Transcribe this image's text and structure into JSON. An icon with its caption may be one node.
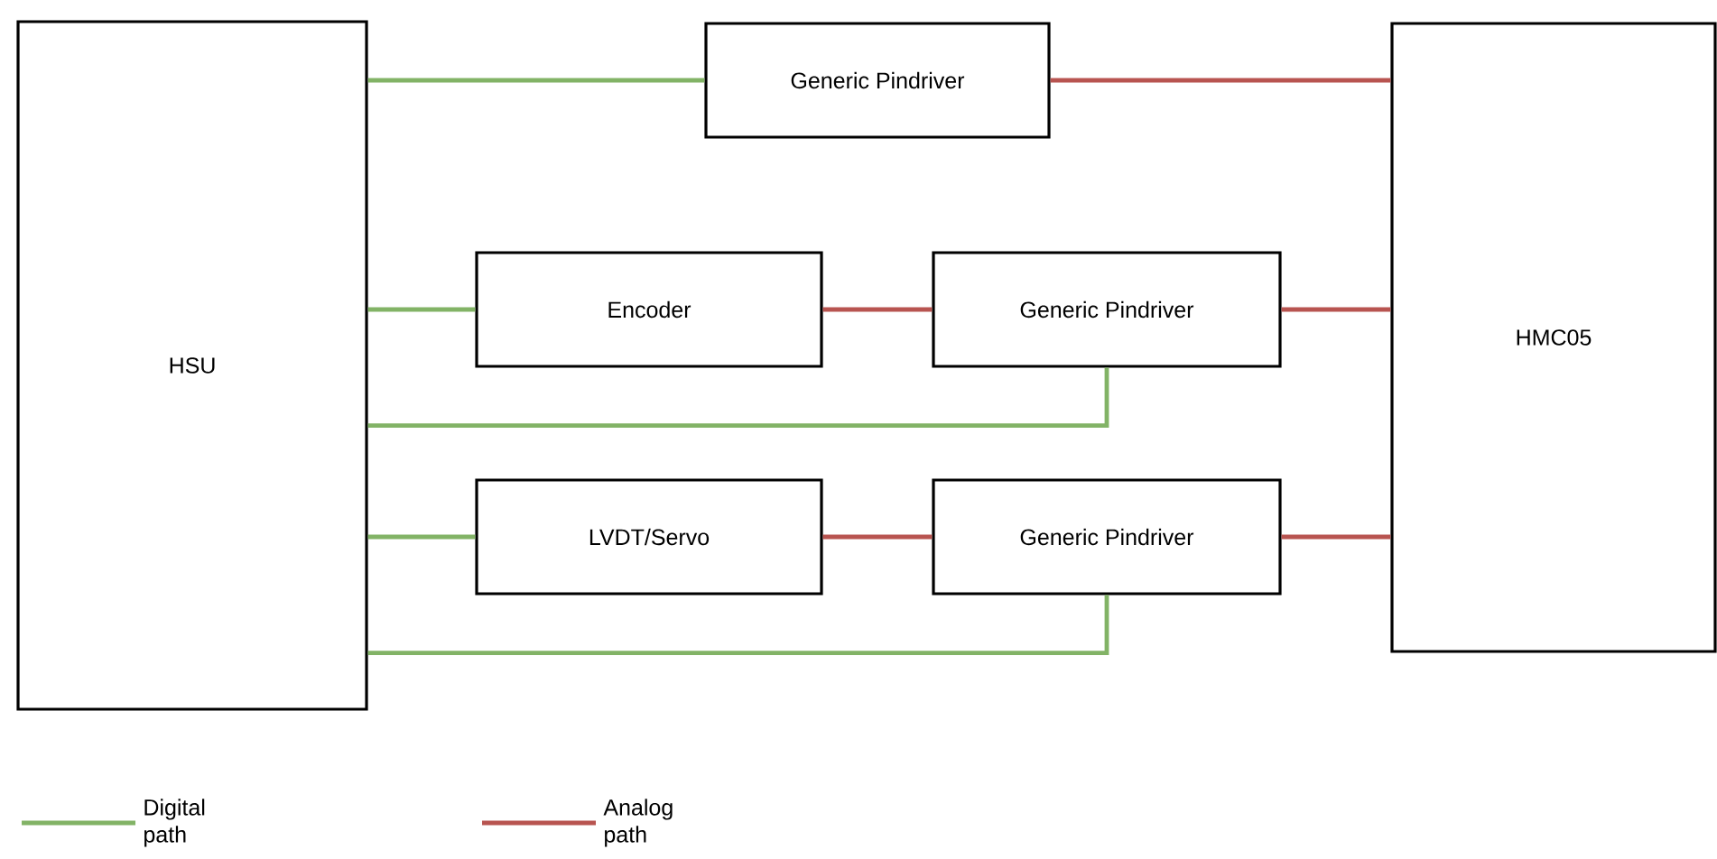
{
  "diagram": {
    "nodes": [
      {
        "text": [
          "HSU"
        ]
      },
      {
        "text": [
          "Generic Pindriver"
        ]
      },
      {
        "text": [
          "HMC05"
        ]
      },
      {
        "text": [
          "Encoder"
        ]
      },
      {
        "text": [
          "Generic Pindriver"
        ]
      },
      {
        "text": [
          "LVDT/Servo"
        ]
      },
      {
        "text": [
          "Generic Pindriver"
        ]
      }
    ],
    "edges": [
      {
        "from": 0,
        "to": 1,
        "arrow": "none"
      },
      {
        "from": 1,
        "to": 2,
        "arrow": "none",
        "color": "#b85450"
      },
      {
        "from": 0,
        "to": 3,
        "arrow": "none"
      },
      {
        "from": 3,
        "to": 4,
        "arrow": "none",
        "color": "#b85450"
      },
      {
        "from": 4,
        "to": 2,
        "arrow": "none",
        "color": "#b85450"
      },
      {
        "from": 0,
        "to": 4,
        "arrow": "none"
      },
      {
        "from": 0,
        "to": 5,
        "arrow": "none"
      },
      {
        "from": 5,
        "to": 6,
        "arrow": "none",
        "color": "#b85450"
      },
      {
        "from": 6,
        "to": 2,
        "arrow": "none",
        "color": "#b85450"
      },
      {
        "from": 0,
        "to": 6,
        "arrow": "none"
      }
    ],
    "legend": [
      {
        "text": "Digital path",
        "color": "#82b366"
      },
      {
        "text": "Analog path",
        "color": "#b85450"
      }
    ]
  }
}
